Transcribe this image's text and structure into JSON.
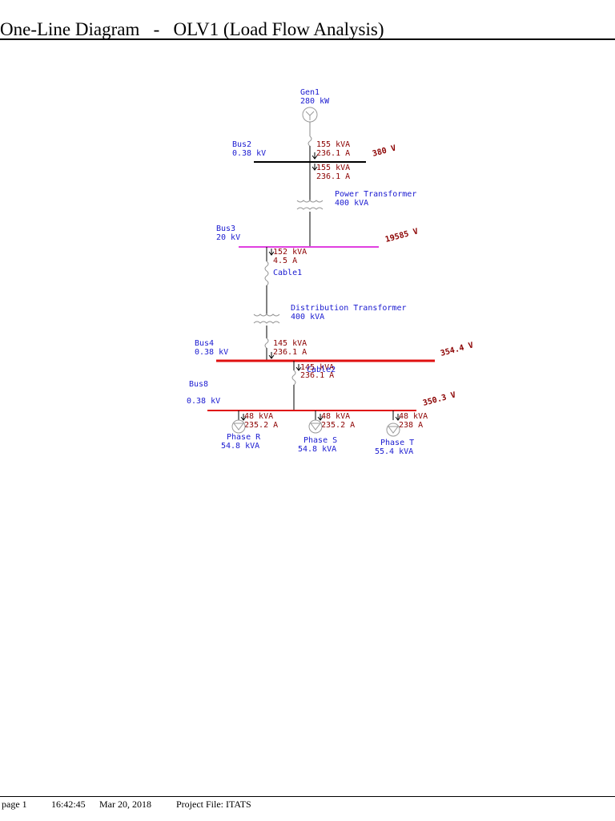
{
  "header": {
    "title": "One-Line Diagram   -   OLV1 (Load Flow Analysis)"
  },
  "footer": {
    "page": "page 1",
    "time": "16:42:45",
    "date": "Mar 20, 2018",
    "project": "Project File: ITATS"
  },
  "colors": {
    "bus_black": "#000000",
    "bus_magenta": "#e040e0",
    "bus_red": "#e01010",
    "label_blue": "#1a1ad0",
    "label_red": "#8b0000"
  },
  "diagram": {
    "gen1": {
      "name": "Gen1",
      "rating": "280 kW"
    },
    "bus2": {
      "name": "Bus2",
      "kv": "0.38 kV",
      "voltage": "380 V"
    },
    "gen_flow": {
      "kva": "155 kVA",
      "amps": "236.1 A"
    },
    "bus2_flow": {
      "kva": "155 kVA",
      "amps": "236.1 A"
    },
    "power_transformer": {
      "name": "Power Transformer",
      "rating": "400 kVA"
    },
    "bus3": {
      "name": "Bus3",
      "kv": "20 kV",
      "voltage": "19585 V"
    },
    "bus3_flow": {
      "kva": "152 kVA",
      "amps": "4.5 A"
    },
    "cable1": {
      "name": "Cable1"
    },
    "distribution_transformer": {
      "name": "Distribution Transformer",
      "rating": "400 kVA"
    },
    "bus4": {
      "name": "Bus4",
      "kv": "0.38 kV",
      "voltage": "354.4 V"
    },
    "bus4_in_flow": {
      "kva": "145 kVA",
      "amps": "236.1 A"
    },
    "bus4_out_flow": {
      "kva": "145 kVA",
      "amps": "236.1 A"
    },
    "cable2": {
      "name": "Cable2"
    },
    "bus8": {
      "name": "Bus8",
      "kv": "0.38 kV",
      "voltage": "350.3 V"
    },
    "loads": [
      {
        "name": "Phase R",
        "rating": "54.8 kVA",
        "kva": "48 kVA",
        "amps": "235.2 A"
      },
      {
        "name": "Phase S",
        "rating": "54.8 kVA",
        "kva": "48 kVA",
        "amps": "235.2 A"
      },
      {
        "name": "Phase T",
        "rating": "55.4 kVA",
        "kva": "48 kVA",
        "amps": "238 A"
      }
    ]
  }
}
